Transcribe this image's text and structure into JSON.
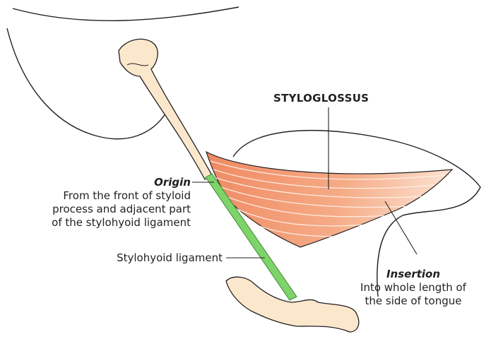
{
  "diagram": {
    "muscle_label": "STYLOGLOSSUS",
    "origin": {
      "heading": "Origin",
      "lines": [
        "From the front of styloid",
        "process and adjacent part",
        "of the stylohyoid ligament"
      ]
    },
    "ligament_label": "Stylohyoid ligament",
    "insertion": {
      "heading": "Insertion",
      "lines": [
        "Into whole length of",
        "the side of tongue"
      ]
    },
    "colors": {
      "bone_fill": "#fbe8cc",
      "ligament": "#7ed36a",
      "muscle_light": "#fcd8c2",
      "muscle_dark": "#ef8a63",
      "muscle_stripe": "#fff3ea",
      "outline": "#231f20"
    }
  }
}
